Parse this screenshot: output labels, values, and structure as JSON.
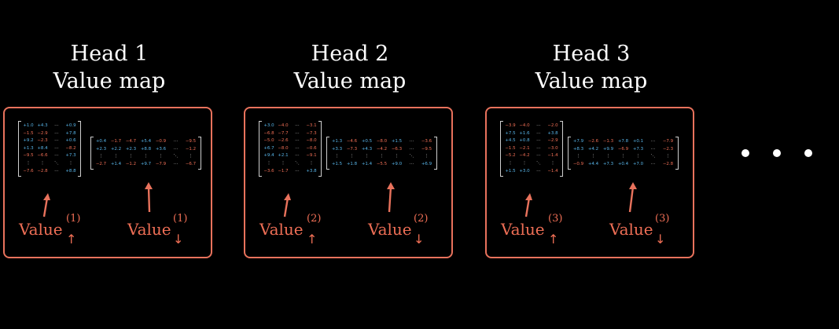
{
  "heads": [
    {
      "title_line1": "Head 1",
      "title_line2": "Value map",
      "up_label": "Value",
      "up_sup": "(1)",
      "up_arrow": "↑",
      "down_label": "Value",
      "down_sup": "(1)",
      "down_arrow": "↓",
      "up_matrix": [
        [
          "+1.0",
          "+4.3",
          "⋯",
          "+0.9"
        ],
        [
          "−1.5",
          "−2.9",
          "⋯",
          "+7.8"
        ],
        [
          "+9.2",
          "−2.3",
          "⋯",
          "+0.6"
        ],
        [
          "+1.3",
          "+8.4",
          "⋯",
          "−8.2"
        ],
        [
          "−9.5",
          "−6.6",
          "⋯",
          "+7.3"
        ],
        [
          "⋮",
          "⋮",
          "⋱",
          "⋮"
        ],
        [
          "−7.6",
          "−2.8",
          "⋯",
          "+8.8"
        ]
      ],
      "down_matrix": [
        [
          "+0.4",
          "−1.7",
          "−4.7",
          "+5.4",
          "−0.9",
          "⋯",
          "−9.5"
        ],
        [
          "+2.3",
          "+2.2",
          "+2.3",
          "+8.8",
          "+3.6",
          "⋯",
          "−1.2"
        ],
        [
          "⋮",
          "⋮",
          "⋮",
          "⋮",
          "⋮",
          "⋱",
          "⋮"
        ],
        [
          "−2.7",
          "+1.4",
          "−1.2",
          "+9.7",
          "−7.9",
          "⋯",
          "−6.7"
        ]
      ]
    },
    {
      "title_line1": "Head 2",
      "title_line2": "Value map",
      "up_label": "Value",
      "up_sup": "(2)",
      "up_arrow": "↑",
      "down_label": "Value",
      "down_sup": "(2)",
      "down_arrow": "↓",
      "up_matrix": [
        [
          "+3.0",
          "−4.0",
          "⋯",
          "−3.1"
        ],
        [
          "−6.8",
          "−7.7",
          "⋯",
          "−7.3"
        ],
        [
          "−5.0",
          "−2.6",
          "⋯",
          "−8.0"
        ],
        [
          "+6.7",
          "−8.0",
          "⋯",
          "−0.6"
        ],
        [
          "+9.4",
          "+2.1",
          "⋯",
          "−9.1"
        ],
        [
          "⋮",
          "⋮",
          "⋱",
          "⋮"
        ],
        [
          "−3.6",
          "−1.7",
          "⋯",
          "+3.8"
        ]
      ],
      "down_matrix": [
        [
          "+1.3",
          "−4.6",
          "+0.5",
          "−8.0",
          "+1.5",
          "⋯",
          "−3.6"
        ],
        [
          "+3.3",
          "−7.3",
          "+4.3",
          "−4.2",
          "−6.3",
          "⋯",
          "−9.5"
        ],
        [
          "⋮",
          "⋮",
          "⋮",
          "⋮",
          "⋮",
          "⋱",
          "⋮"
        ],
        [
          "+1.5",
          "+1.8",
          "+1.4",
          "−5.5",
          "+9.0",
          "⋯",
          "+6.9"
        ]
      ]
    },
    {
      "title_line1": "Head 3",
      "title_line2": "Value map",
      "up_label": "Value",
      "up_sup": "(3)",
      "up_arrow": "↑",
      "down_label": "Value",
      "down_sup": "(3)",
      "down_arrow": "↓",
      "up_matrix": [
        [
          "−3.9",
          "−4.0",
          "⋯",
          "−2.0"
        ],
        [
          "+7.5",
          "+1.6",
          "⋯",
          "+3.8"
        ],
        [
          "+4.5",
          "+0.8",
          "⋯",
          "−2.9"
        ],
        [
          "−1.5",
          "−2.1",
          "⋯",
          "−3.0"
        ],
        [
          "−5.2",
          "−4.2",
          "⋯",
          "−1.4"
        ],
        [
          "⋮",
          "⋮",
          "⋱",
          "⋮"
        ],
        [
          "+1.5",
          "+3.0",
          "⋯",
          "−1.4"
        ]
      ],
      "down_matrix": [
        [
          "+7.9",
          "−2.6",
          "−1.3",
          "+7.8",
          "+0.1",
          "⋯",
          "−7.9"
        ],
        [
          "+8.3",
          "+4.2",
          "+9.9",
          "−6.9",
          "+7.3",
          "⋯",
          "−2.3"
        ],
        [
          "⋮",
          "⋮",
          "⋮",
          "⋮",
          "⋮",
          "⋱",
          "⋮"
        ],
        [
          "−0.9",
          "+4.4",
          "+7.3",
          "+0.4",
          "+7.0",
          "⋯",
          "−2.8"
        ]
      ]
    }
  ],
  "colors": {
    "accent": "#e8725c",
    "positive": "#58b4e8",
    "negative": "#ee6e55",
    "background": "#000000"
  }
}
